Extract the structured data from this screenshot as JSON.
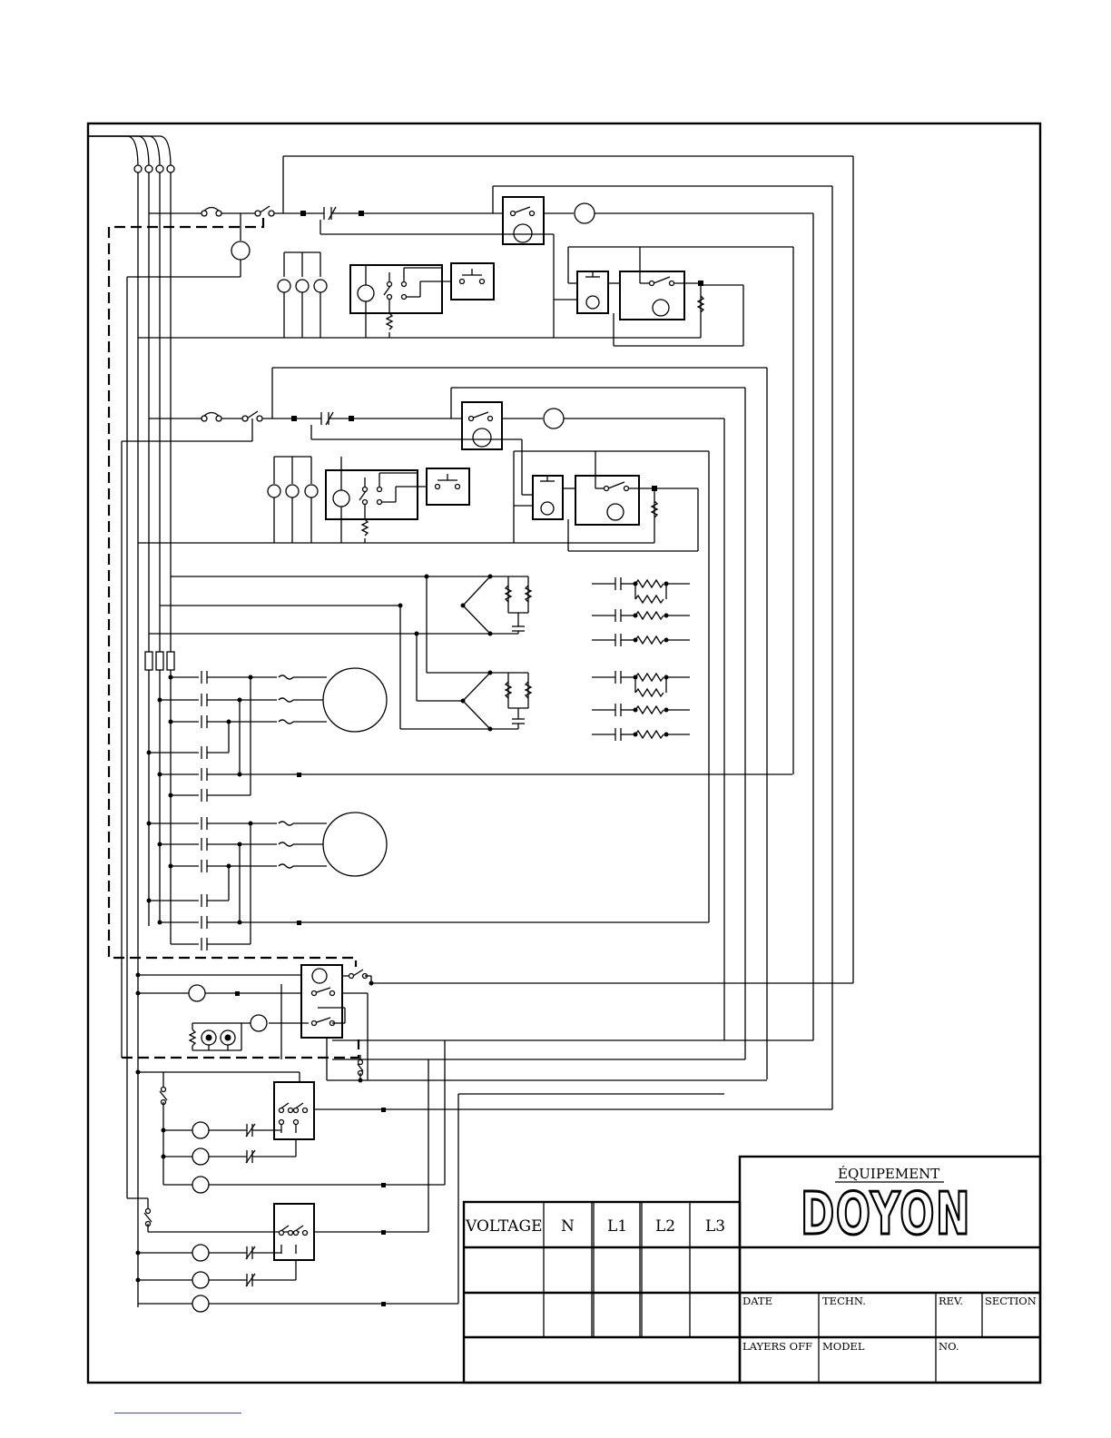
{
  "title_block": {
    "company_top": "ÉQUIPEMENT",
    "company_logo": "DOYON",
    "voltage_header": "VOLTAGE",
    "phase_headers": [
      "N",
      "L1",
      "L2",
      "L3"
    ],
    "date_label": "DATE",
    "techn_label": "TECHN.",
    "rev_label": "REV.",
    "section_label": "SECTION",
    "layers_label": "LAYERS OFF",
    "model_label": "MODEL",
    "no_label": "NO."
  }
}
